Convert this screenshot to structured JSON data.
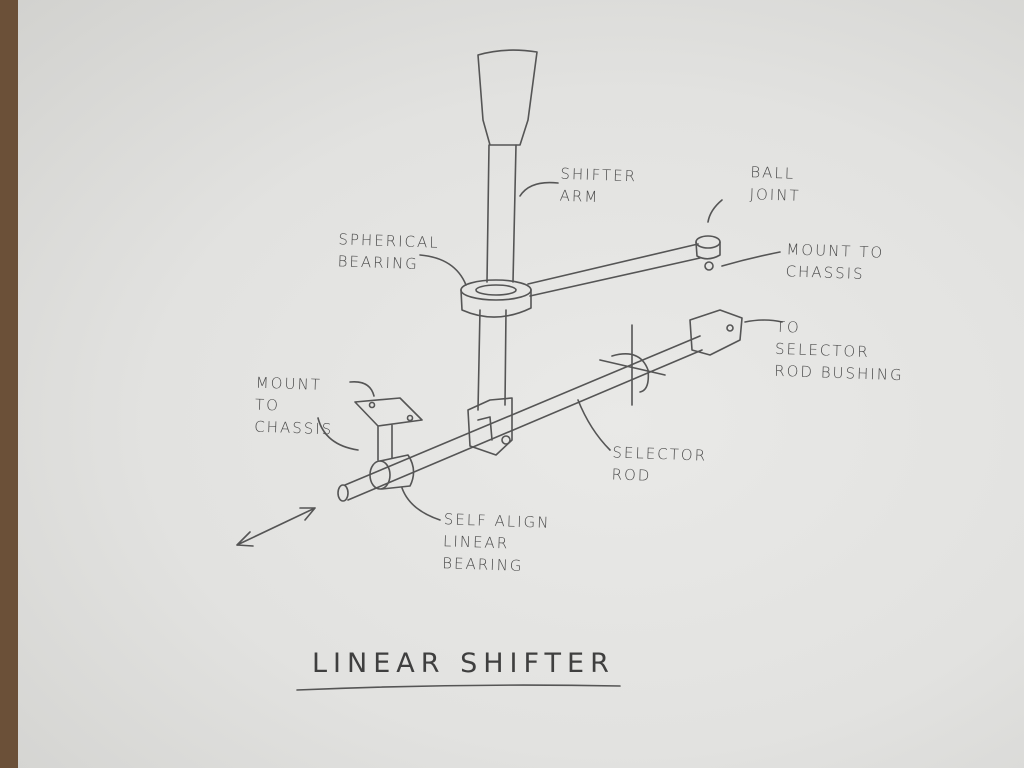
{
  "title": "LINEAR SHIFTER",
  "labels": {
    "shifter_arm": [
      "SHIFTER",
      "ARM"
    ],
    "ball_joint": [
      "BALL",
      "JOINT"
    ],
    "spherical_bearing": [
      "SPHERICAL",
      "BEARING"
    ],
    "mount_to_chassis_top": [
      "MOUNT TO",
      "CHASSIS"
    ],
    "selector_rod_bushing": [
      "TO",
      "SELECTOR",
      "ROD BUSHING"
    ],
    "mount_to_chassis_left": [
      "MOUNT",
      "TO",
      "CHASSIS"
    ],
    "selector_rod": [
      "SELECTOR",
      "ROD"
    ],
    "linear_bearing": [
      "SELF ALIGN",
      "LINEAR",
      "BEARING"
    ]
  },
  "colors": {
    "pencil": "#555555",
    "paper": "#e6e6e4",
    "wood": "#6b5038"
  }
}
